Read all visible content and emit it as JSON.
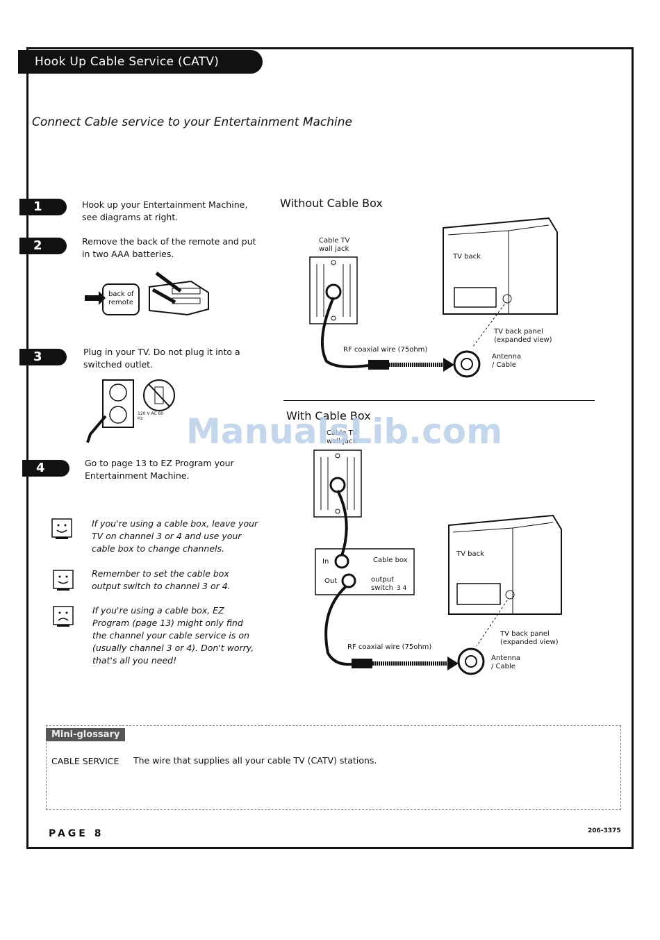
{
  "header": {
    "title": "Hook Up Cable Service (CATV)"
  },
  "subtitle": "Connect Cable service to your Entertainment Machine",
  "steps": [
    {
      "number": "1",
      "text": "Hook up your Entertainment Machine, see diagrams at right."
    },
    {
      "number": "2",
      "text": "Remove the back of the remote and put in two AAA batteries."
    },
    {
      "number": "3",
      "text": "Plug in your TV. Do not plug it into a switched outlet."
    },
    {
      "number": "4",
      "text": "Go to page 13 to EZ Program your Entertainment Machine."
    }
  ],
  "remote_label": "back of remote",
  "outlet_label": "120 V AC 60 Hz",
  "tips": [
    {
      "icon": "smiley-face-icon",
      "text": "If you're using a cable box, leave your TV on channel 3 or 4 and use your cable box to change channels."
    },
    {
      "icon": "neutral-face-icon",
      "text": "Remember to set the cable box output switch to channel 3 or 4."
    },
    {
      "icon": "frown-face-icon",
      "text": "If you're using a cable box, EZ Program (page 13) might only find the channel your cable service is on (usually channel 3 or 4). Don't worry, that's all you need!"
    }
  ],
  "without_box": {
    "title": "Without Cable Box",
    "wall_jack": "Cable TV wall jack",
    "tv_back": "TV back",
    "panel": "TV back panel (expanded view)",
    "wire": "RF coaxial wire (75ohm)",
    "antenna": "Antenna / Cable"
  },
  "with_box": {
    "title": "With Cable Box",
    "wall_jack": "Cable TV wall jack",
    "in_label": "In",
    "out_label": "Out",
    "box_label": "Cable box",
    "output_switch": "output switch",
    "channels": "3 4",
    "tv_back": "TV back",
    "panel": "TV back panel (expanded view)",
    "wire": "RF coaxial wire (75ohm)",
    "antenna": "Antenna / Cable"
  },
  "glossary": {
    "title": "Mini-glossary",
    "term": "CABLE SERVICE",
    "definition": "The wire that supplies all your cable TV (CATV) stations."
  },
  "footer": {
    "page": "PAGE 8",
    "code": "206-3375"
  },
  "watermark": "ManualsLib.com"
}
